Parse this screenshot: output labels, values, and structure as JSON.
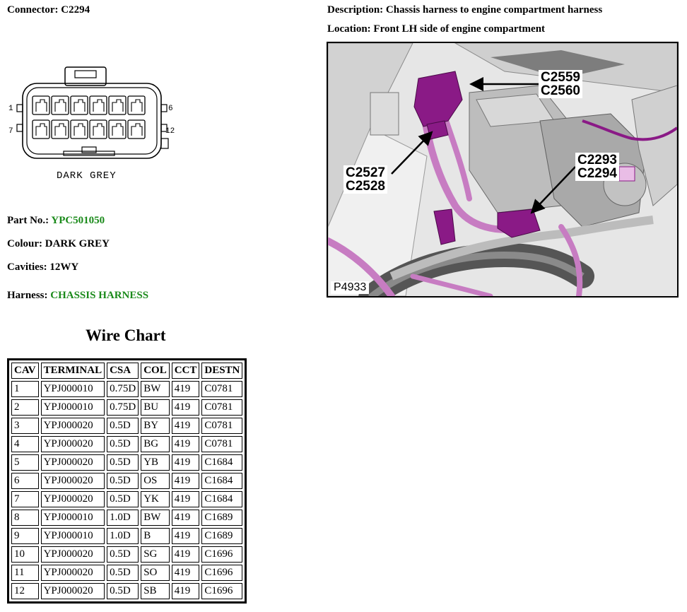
{
  "connector": {
    "label": "Connector:",
    "value": "C2294"
  },
  "description": {
    "label": "Description:",
    "value": "Chassis harness to engine compartment harness"
  },
  "location": {
    "label": "Location:",
    "value": "Front LH side of engine compartment"
  },
  "diagram": {
    "pin_left_top": "1",
    "pin_left_bottom": "7",
    "pin_right_top": "6",
    "pin_right_bottom": "12",
    "caption": "DARK GREY"
  },
  "part_no": {
    "label": "Part No.:",
    "value": "YPC501050"
  },
  "colour": {
    "label": "Colour:",
    "value": "DARK GREY"
  },
  "cavities": {
    "label": "Cavities:",
    "value": "12WY"
  },
  "harness": {
    "label": "Harness:",
    "value": "CHASSIS HARNESS"
  },
  "photo": {
    "callouts": [
      {
        "line1": "C2559",
        "line2": "C2560"
      },
      {
        "line1": "C2527",
        "line2": "C2528"
      },
      {
        "line1": "C2293",
        "line2": "C2294"
      }
    ],
    "ref": "P4933",
    "colors": {
      "connector": "#8a1a86",
      "harness": "#c77cc2",
      "background": "#e6e6e6"
    }
  },
  "wire_chart": {
    "title": "Wire Chart",
    "headers": [
      "CAV",
      "TERMINAL",
      "CSA",
      "COL",
      "CCT",
      "DESTN"
    ],
    "rows": [
      [
        "1",
        "YPJ000010",
        "0.75D",
        "BW",
        "419",
        "C0781"
      ],
      [
        "2",
        "YPJ000010",
        "0.75D",
        "BU",
        "419",
        "C0781"
      ],
      [
        "3",
        "YPJ000020",
        "0.5D",
        "BY",
        "419",
        "C0781"
      ],
      [
        "4",
        "YPJ000020",
        "0.5D",
        "BG",
        "419",
        "C0781"
      ],
      [
        "5",
        "YPJ000020",
        "0.5D",
        "YB",
        "419",
        "C1684"
      ],
      [
        "6",
        "YPJ000020",
        "0.5D",
        "OS",
        "419",
        "C1684"
      ],
      [
        "7",
        "YPJ000020",
        "0.5D",
        "YK",
        "419",
        "C1684"
      ],
      [
        "8",
        "YPJ000010",
        "1.0D",
        "BW",
        "419",
        "C1689"
      ],
      [
        "9",
        "YPJ000010",
        "1.0D",
        "B",
        "419",
        "C1689"
      ],
      [
        "10",
        "YPJ000020",
        "0.5D",
        "SG",
        "419",
        "C1696"
      ],
      [
        "11",
        "YPJ000020",
        "0.5D",
        "SO",
        "419",
        "C1696"
      ],
      [
        "12",
        "YPJ000020",
        "0.5D",
        "SB",
        "419",
        "C1696"
      ]
    ]
  }
}
